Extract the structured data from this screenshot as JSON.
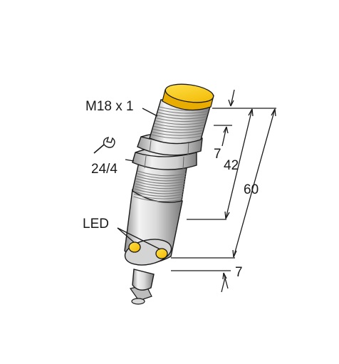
{
  "labels": {
    "thread": "M18 x 1",
    "wrench_size": "24/4",
    "led": "LED"
  },
  "dimensions": {
    "top": "7",
    "thread_length": "42",
    "total_length": "60",
    "bottom": "7"
  },
  "colors": {
    "sensor_face": "#FFCC00",
    "led": "#FFCC00",
    "body_light": "#ebebeb",
    "body_mid": "#cfcfcf",
    "body_dark": "#8f8f8f",
    "line": "#1a1a1a"
  },
  "icons": [
    "wrench-icon",
    "dimension-arrow-icon"
  ]
}
